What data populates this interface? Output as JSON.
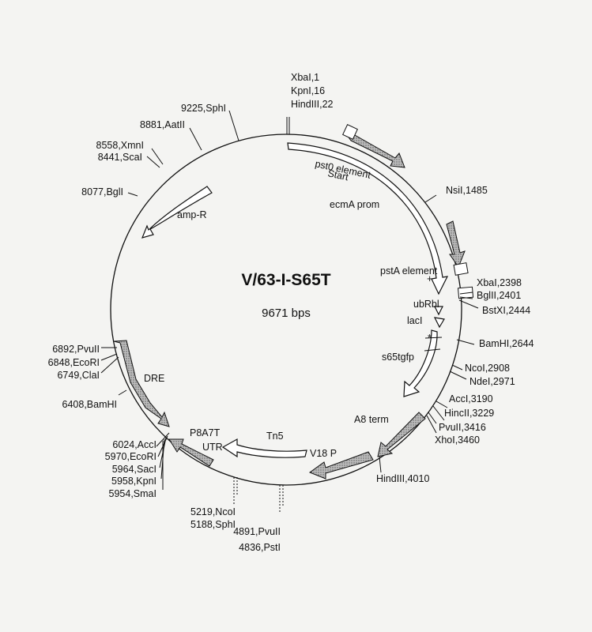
{
  "plasmid": {
    "name": "V/63-I-S65T",
    "size_label": "9671 bps",
    "total_bp": 9671
  },
  "sites": [
    {
      "label": "XbaI,1",
      "pos": 1
    },
    {
      "label": "KpnI,16",
      "pos": 16
    },
    {
      "label": "HindIII,22",
      "pos": 22
    },
    {
      "label": "NsiI,1485",
      "pos": 1485
    },
    {
      "label": "XbaI,2398",
      "pos": 2398
    },
    {
      "label": "BglII,2401",
      "pos": 2401
    },
    {
      "label": "BstXI,2444",
      "pos": 2444
    },
    {
      "label": "BamHI,2644",
      "pos": 2644
    },
    {
      "label": "NcoI,2908",
      "pos": 2908
    },
    {
      "label": "NdeI,2971",
      "pos": 2971
    },
    {
      "label": "AccI,3190",
      "pos": 3190
    },
    {
      "label": "HincII,3229",
      "pos": 3229
    },
    {
      "label": "PvuII,3416",
      "pos": 3416
    },
    {
      "label": "XhoI,3460",
      "pos": 3460
    },
    {
      "label": "HindIII,4010",
      "pos": 4010
    },
    {
      "label": "4891,PvuII",
      "pos": 4891
    },
    {
      "label": "4836,PstI",
      "pos": 4836
    },
    {
      "label": "5219,NcoI",
      "pos": 5219
    },
    {
      "label": "5188,SphI",
      "pos": 5188
    },
    {
      "label": "6024,AccI",
      "pos": 6024
    },
    {
      "label": "5970,EcoRI",
      "pos": 5970
    },
    {
      "label": "5964,SacI",
      "pos": 5964
    },
    {
      "label": "5958,KpnI",
      "pos": 5958
    },
    {
      "label": "5954,SmaI",
      "pos": 5954
    },
    {
      "label": "6408,BamHI",
      "pos": 6408
    },
    {
      "label": "6892,PvuII",
      "pos": 6892
    },
    {
      "label": "6848,EcoRI",
      "pos": 6848
    },
    {
      "label": "6749,ClaI",
      "pos": 6749
    },
    {
      "label": "8077,BglI",
      "pos": 8077
    },
    {
      "label": "8441,ScaI",
      "pos": 8441
    },
    {
      "label": "8558,XmnI",
      "pos": 8558
    },
    {
      "label": "8881,AatII",
      "pos": 8881
    },
    {
      "label": "9225,SphI",
      "pos": 9225
    }
  ],
  "features": [
    {
      "label": "pst0 element"
    },
    {
      "label": "Start"
    },
    {
      "label": "ecmA prom"
    },
    {
      "label": "amp-R"
    },
    {
      "label": "pstA element"
    },
    {
      "label": "ubRbl"
    },
    {
      "label": "lacI"
    },
    {
      "label": "s65tgfp"
    },
    {
      "label": "A8 term"
    },
    {
      "label": "Tn5"
    },
    {
      "label": "V18 P"
    },
    {
      "label": "P8A7T"
    },
    {
      "label": "UTR"
    },
    {
      "label": "DRE"
    }
  ],
  "marks": {
    "plus": "+",
    "star": "*"
  }
}
